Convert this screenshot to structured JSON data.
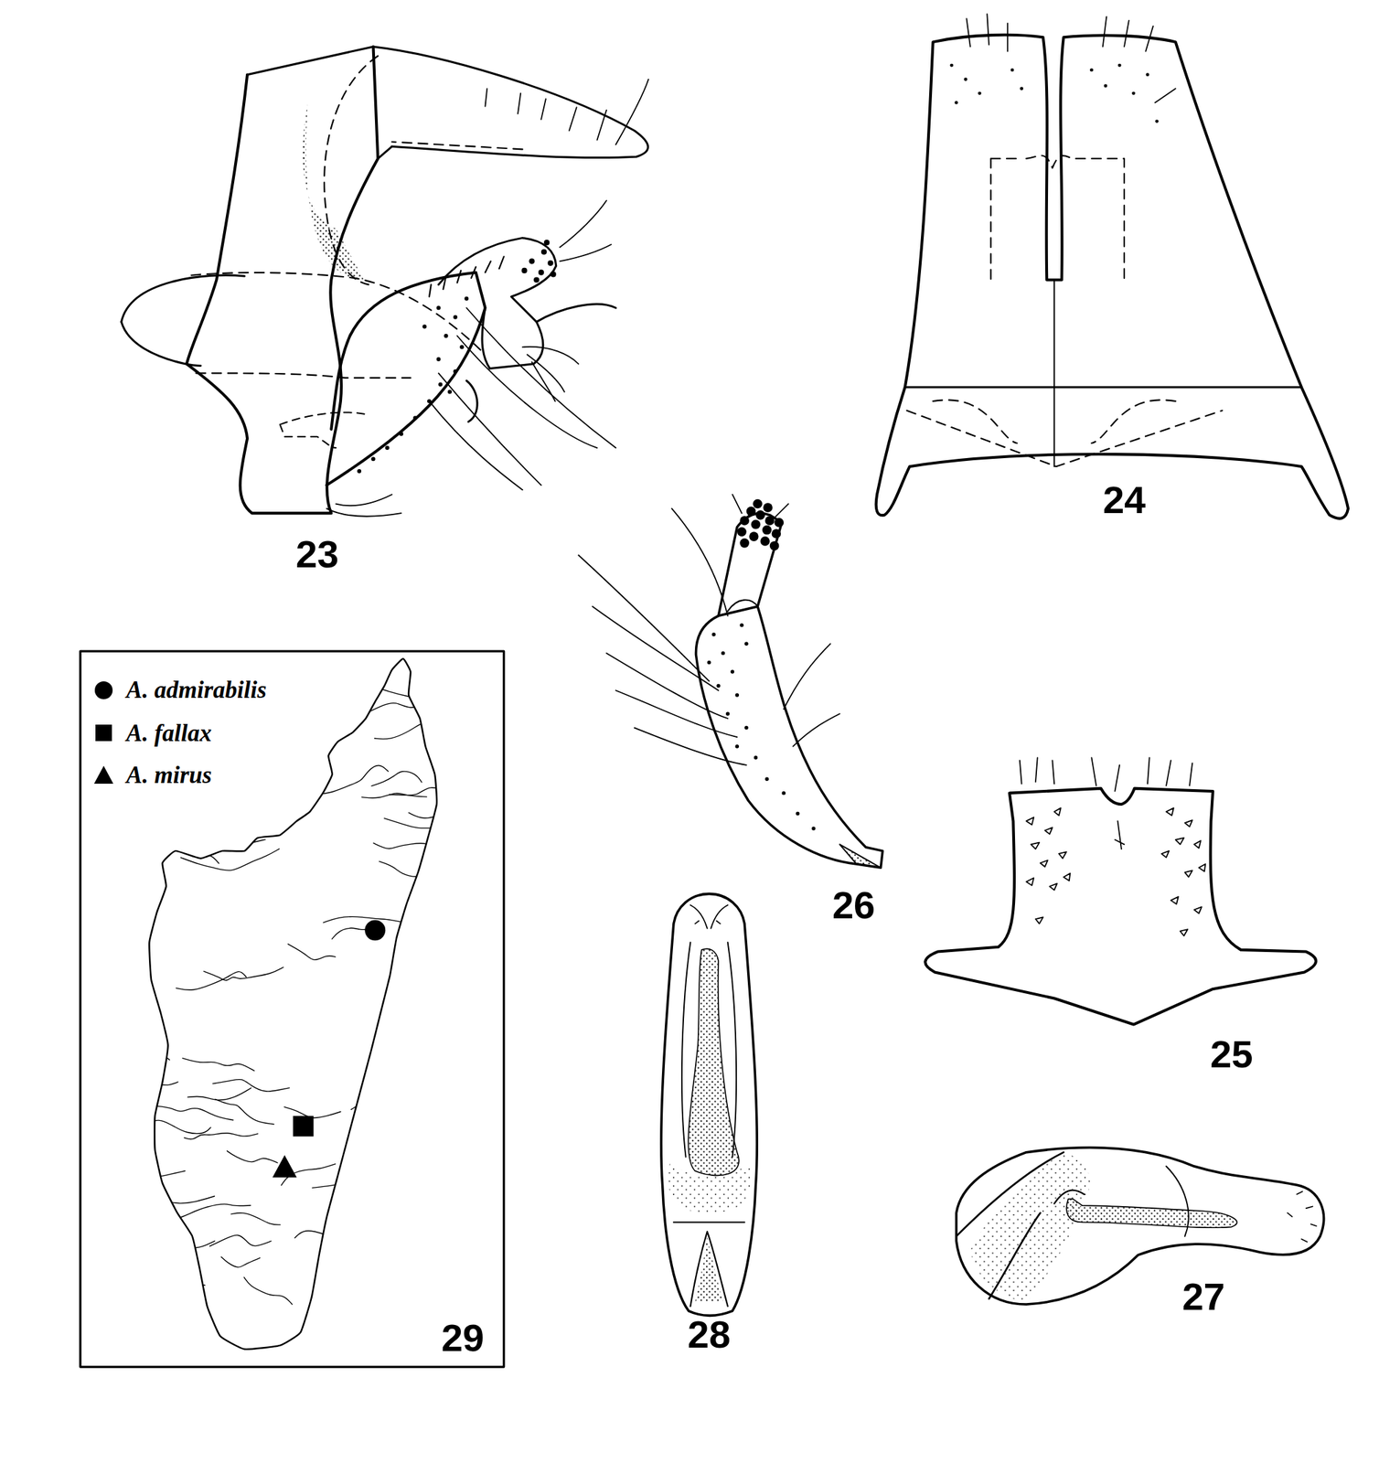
{
  "diagram": {
    "labels": [
      "23",
      "24",
      "25",
      "26",
      "27",
      "28",
      "29"
    ],
    "legend": [
      {
        "text": "A. admirabilis"
      },
      {
        "text": "A. fallax"
      },
      {
        "text": "A. mirus"
      }
    ]
  }
}
